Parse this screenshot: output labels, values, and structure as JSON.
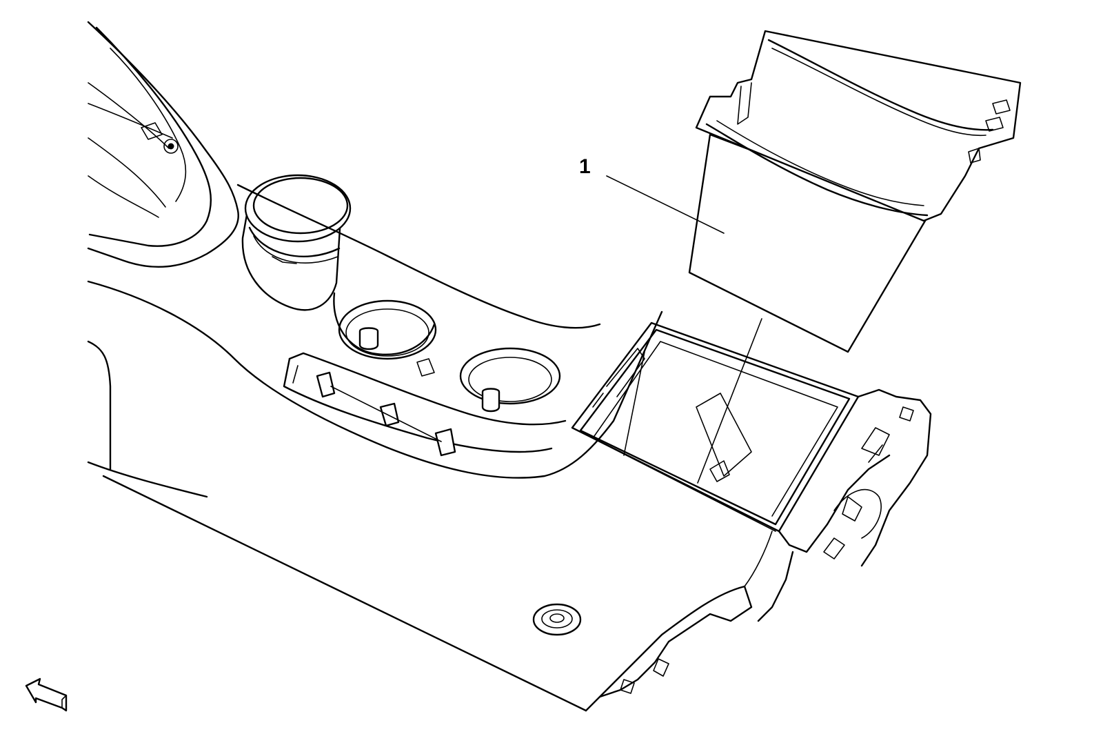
{
  "diagram": {
    "callouts": [
      {
        "id": "1",
        "label": "1"
      }
    ],
    "components": [
      "center-console",
      "storage-bin-insert",
      "view-direction-arrow"
    ],
    "colors": {
      "line": "#000000",
      "background": "#ffffff"
    }
  }
}
